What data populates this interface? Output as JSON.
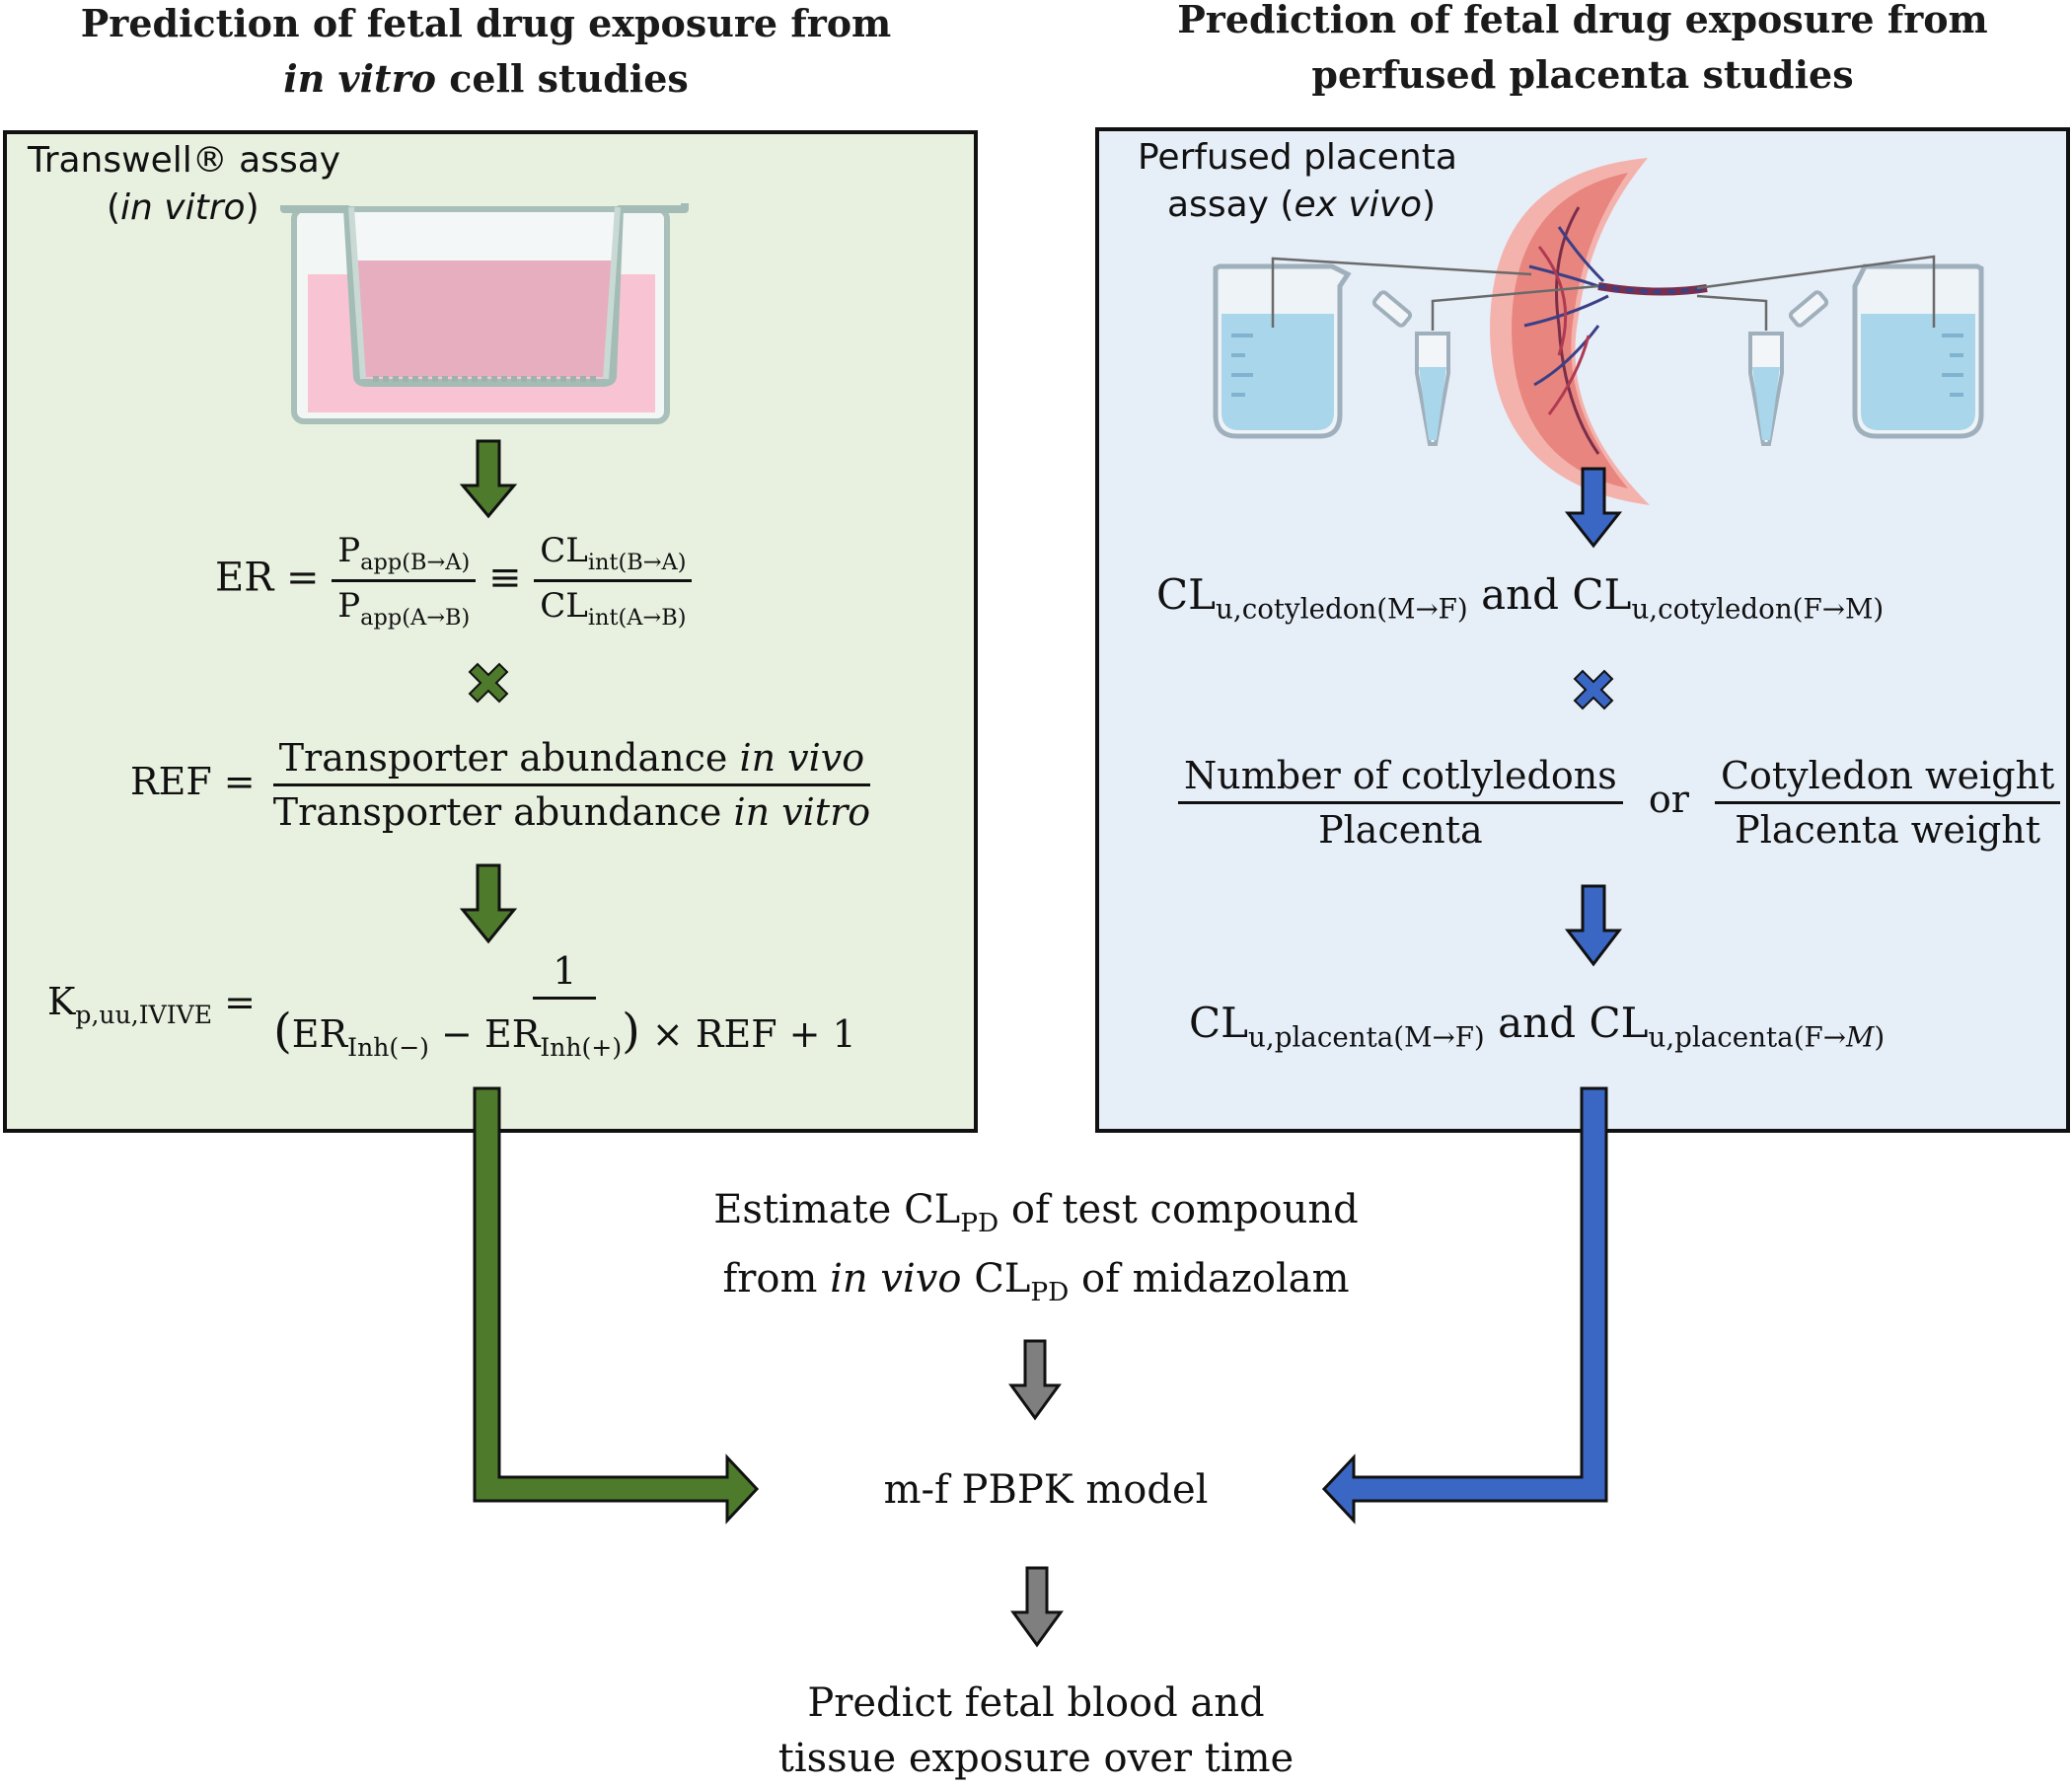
{
  "titles": {
    "left_line1": "Prediction of fetal drug exposure from",
    "left_line2_italic": "in vitro",
    "left_line2_rest": " cell studies",
    "right_line1": "Prediction of fetal drug exposure from",
    "right_line2": "perfused placenta studies"
  },
  "left_panel": {
    "assay_label": "Transwell® assay",
    "assay_sub_open": "(",
    "assay_sub_italic": "in vitro",
    "assay_sub_close": ")",
    "er": {
      "lhs": "ER =",
      "num_main": "P",
      "num_sub": "app(B→A)",
      "den_main": "P",
      "den_sub": "app(A→B)",
      "equiv": "≡",
      "num2_main": "CL",
      "num2_sub": "int(B→A)",
      "den2_main": "CL",
      "den2_sub": "int(A→B)"
    },
    "ref": {
      "lhs": "REF =",
      "num_text": "Transporter abundance ",
      "num_italic": "in vivo",
      "den_text": "Transporter abundance ",
      "den_italic": "in vitro"
    },
    "kp": {
      "lhs_main": "K",
      "lhs_sub": "p,uu,IVIVE",
      "eq": "=",
      "numerator": "1",
      "den_open": "(",
      "er1_main": "ER",
      "er1_sub": "Inh(−)",
      "minus": " − ",
      "er2_main": "ER",
      "er2_sub": "Inh(+)",
      "den_close": ")",
      "den_rest": " × REF + 1"
    }
  },
  "right_panel": {
    "assay_label_line1": "Perfused placenta",
    "assay_label_line2_open": "assay (",
    "assay_label_line2_italic": "ex vivo",
    "assay_label_line2_close": ")",
    "cl_cotyledon": {
      "a_main": "CL",
      "a_sub": "u,cotyledon(M→F)",
      "and": " and ",
      "b_main": "CL",
      "b_sub": "u,cotyledon(F→M)"
    },
    "scaling": {
      "frac1_num": "Number of cotlyledons",
      "frac1_den": "Placenta",
      "or": "or",
      "frac2_num": "Cotyledon weight",
      "frac2_den": "Placenta weight"
    },
    "cl_placenta": {
      "a_main": "CL",
      "a_sub": "u,placenta(M→F)",
      "and": " and ",
      "b_main": "CL",
      "b_sub_pre": "u,placenta(F→",
      "b_sub_italic": "M",
      "b_sub_post": ")"
    }
  },
  "flow": {
    "estimate_l1_a": "Estimate CL",
    "estimate_l1_sub": "PD",
    "estimate_l1_b": " of test compound",
    "estimate_l2_a": "from ",
    "estimate_l2_italic": "in vivo",
    "estimate_l2_b": " CL",
    "estimate_l2_sub": "PD",
    "estimate_l2_c": " of midazolam",
    "model": "m-f PBPK model",
    "predict_l1": "Predict fetal blood and",
    "predict_l2": "tissue exposure over time"
  },
  "colors": {
    "green_arrow": "#4e7a2c",
    "blue_arrow": "#3a66c4",
    "gray_arrow": "#7f7f7f",
    "left_panel_bg": "#e8f1df",
    "right_panel_bg": "#e6eef8"
  }
}
